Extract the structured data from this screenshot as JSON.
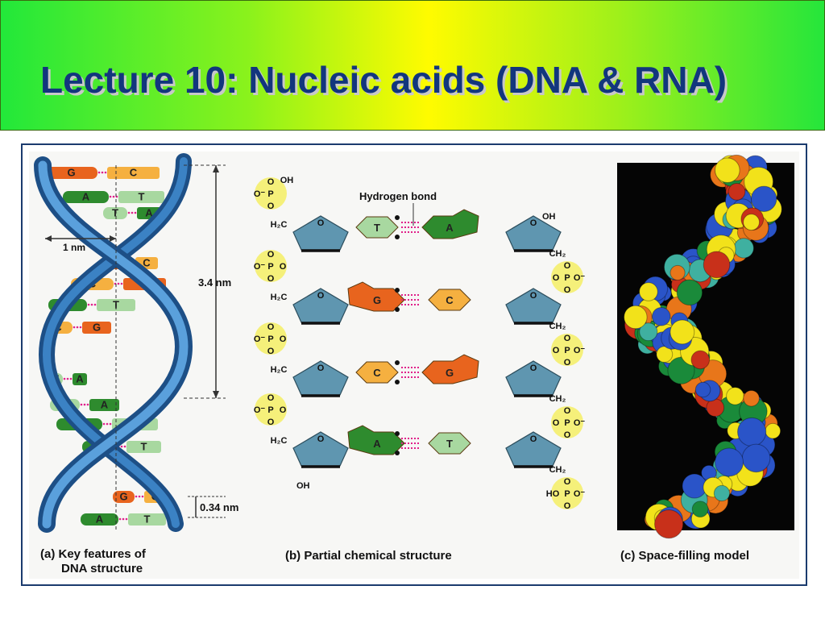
{
  "slide": {
    "title": "Lecture 10: Nucleic acids (DNA & RNA)"
  },
  "panel_a": {
    "caption_line1": "(a) Key features of",
    "caption_line2": "DNA structure",
    "dim_width": "1 nm",
    "dim_pitch": "3.4 nm",
    "dim_rise": "0.34 nm",
    "pairs": [
      [
        "G",
        "C"
      ],
      [
        "A",
        "T"
      ],
      [
        "T",
        "A"
      ],
      [
        "G",
        "C"
      ],
      [
        "C",
        "G"
      ],
      [
        "A",
        "T"
      ],
      [
        "C",
        "G"
      ],
      [
        "T",
        "A"
      ],
      [
        "T",
        "A"
      ],
      [
        "A",
        "T"
      ],
      [
        "A",
        "T"
      ],
      [
        "G",
        "C"
      ],
      [
        "A",
        "T"
      ]
    ]
  },
  "panel_b": {
    "caption": "(b) Partial chemical structure",
    "hbond_label": "Hydrogen bond",
    "rows": [
      {
        "left": "T",
        "right": "A"
      },
      {
        "left": "G",
        "right": "C"
      },
      {
        "left": "C",
        "right": "G"
      },
      {
        "left": "A",
        "right": "T"
      }
    ],
    "phosphate": {
      "P": "P",
      "O": "O",
      "O_minus": "O⁻",
      "OH": "OH",
      "HO": "HO"
    },
    "ch2_label": "CH₂",
    "h2c_label": "H₂C",
    "sugar_o": "O",
    "oh_top": "OH",
    "oh_bottom": "OH"
  },
  "panel_c": {
    "caption": "(c) Space-filling model"
  },
  "colors": {
    "A": "#2e8b2e",
    "T": "#a8d8a0",
    "G": "#e8641e",
    "C": "#f5b040",
    "backbone": "#2a6ea8",
    "sugar": "#5f96b0",
    "phosphate": "#f5f07a",
    "hbond": "#e0218a"
  }
}
